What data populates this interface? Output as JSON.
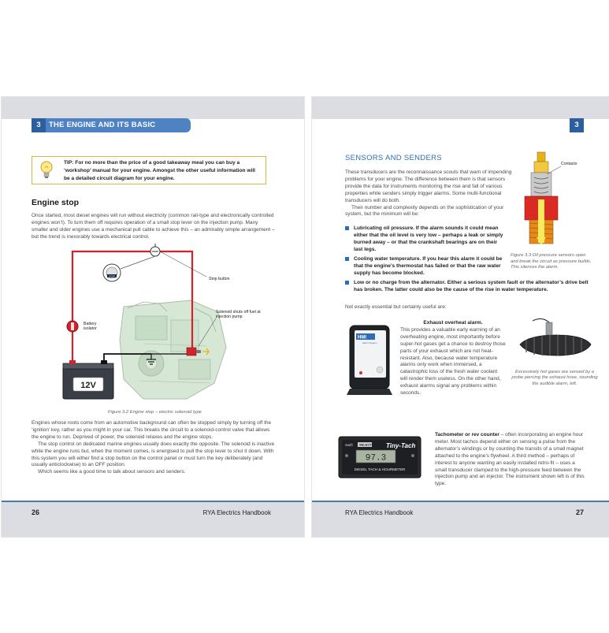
{
  "left_page": {
    "chapter_number": "3",
    "chapter_title": "THE ENGINE AND ITS BASIC CIRCUITS",
    "tip": "TIP: For no more than the price of a good takeaway meal you can buy a ‘workshop’ manual for your engine. Amongst the other useful information will be a detailed circuit diagram for your engine.",
    "heading": "Engine stop",
    "intro": "Once started, most diesel engines will run without electricity (common rail-type and electronically controlled engines won’t). To turn them off requires operation of a small stop lever on the injection pump. Many smaller and older engines use a mechanical pull cable to achieve this – an admirably simple arrangement – but the trend is inexorably towards electrical control.",
    "diagram_labels": {
      "stop_button": "Stop button",
      "solenoid": "Solenoid shuts off fuel at injection pump",
      "battery_isolator": "Battery isolator",
      "battery": "12V",
      "switch_badge": "STOP"
    },
    "figure_caption": "Figure 3.2 Engine stop – electric solenoid type",
    "body_paragraphs": [
      "Engines whose roots come from an automotive background can often be stopped simply by turning off the ‘ignition’ key, rather as you might in your car. This breaks the circuit to a solenoid-control valve that allows the engine to run. Deprived of power, the solenoid relaxes and the engine stops.",
      "The stop control on dedicated marine engines usually does exactly the opposite. The solenoid is inactive while the engine runs but, when the moment comes, is energised to pull the stop lever to shut it down. With this system you will either find a stop button on the control panel or must turn the key deliberately (and usually anticlockwise) to an OFF position.",
      "Which seems like a good time to talk about sensors and senders."
    ],
    "page_number": "26",
    "footer_title": "RYA Electrics Handbook"
  },
  "right_page": {
    "chapter_number": "3",
    "heading": "SENSORS AND SENDERS",
    "intro_paragraphs": [
      "These transducers are the reconnaissance scouts that warn of impending problems for your engine. The difference between them is that sensors provide the data for instruments monitoring the rise and fall of various properties while senders simply trigger alarms. Some multi-functional transducers will do both.",
      "Their number and complexity depends on the sophistication of your system, but the minimum will be:"
    ],
    "bullets": [
      "Lubricating oil pressure. If the alarm sounds it could mean either that the oil level is very low – perhaps a leak or simply burned away – or that the crankshaft bearings are on their last legs.",
      "Cooling water temperature. If you hear this alarm it could be that the engine’s thermostat has failed or that the raw water supply has become blocked.",
      "Low or no charge from the alternator. Either a serious system fault or the alternator’s drive belt has broken. The latter could also be the cause of the rise in water temperature."
    ],
    "sensor_label": "Contacts",
    "sensor_caption": "Figure 3.3 Oil pressure sensors open and break the circuit as pressure builds. This silences the alarm.",
    "not_essential": "Not exactly essential but certainly useful are:",
    "exhaust": {
      "title": "Exhaust overheat alarm.",
      "text": "This provides a valuable early warning of an overheating engine, most importantly before super-hot gases get a chance to destroy those parts of your exhaust which are not heat-resistant. Also, because water temperature alarms only work when immersed, a catastrophic loss of the fresh water coolant will render them useless. On the other hand, exhaust alarms signal any problems within seconds.",
      "device_brand": "HMI",
      "device_sub": "Alarm System",
      "probe_caption": "Excessively hot gases are sensed by a probe piercing the exhaust hose, sounding the audible alarm, left."
    },
    "tacho": {
      "title": "Tachometer or rev counter",
      "text": " – often incorporating an engine hour meter. Most tachos depend either on sensing a pulse from the alternator’s windings or by counting the transits of a small magnet attached to the engine’s flywheel. A third method – perhaps of interest to anyone wanting an easily installed retro-fit – uses a small transducer clamped to the high-pressure feed between the injection pump and an injector. The instrument shown left is of this type.",
      "device_label_top_a": "Swift",
      "device_label_top_b": "SELECT",
      "device_brand": "Tiny-Tach",
      "device_readout": "97.3",
      "device_bottom": "DIESEL TACH & HOURMETER"
    },
    "page_number": "27",
    "footer_title": "RYA Electrics Handbook"
  }
}
